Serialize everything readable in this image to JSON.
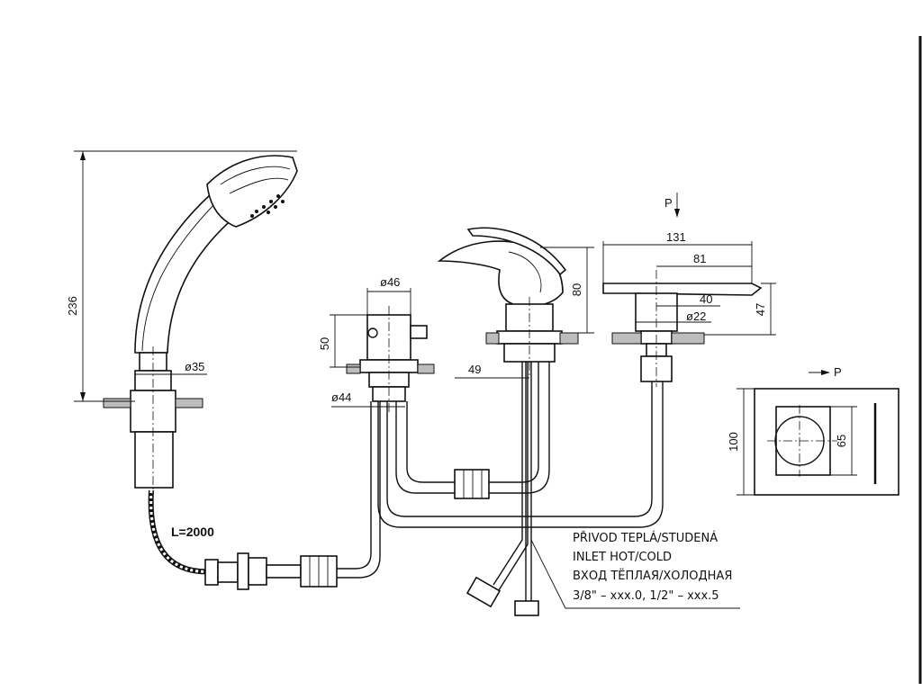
{
  "dimensions": {
    "shower_height": "236",
    "shower_diameter": "ø35",
    "diverter_diameter_top": "ø46",
    "diverter_height": "50",
    "diverter_diameter_bottom": "ø44",
    "mixer_height": "80",
    "mixer_offset": "49",
    "spout_length_total": "131",
    "spout_length_outer": "81",
    "spout_length_inner": "40",
    "spout_diameter": "ø22",
    "spout_height": "47",
    "plate_height": "100",
    "plate_inner_height": "65"
  },
  "labels": {
    "hose_length": "L=2000",
    "flow_marker_top": "P",
    "flow_marker_side": "P"
  },
  "inlet_note": {
    "line1": "PŘIVOD TEPLÁ/STUDENÁ",
    "line2": "INLET HOT/COLD",
    "line3": "ВХОД ТЁПЛАЯ/ХОЛОДНАЯ",
    "line4": "3/8\" – xxx.0, 1/2\" – xxx.5"
  }
}
